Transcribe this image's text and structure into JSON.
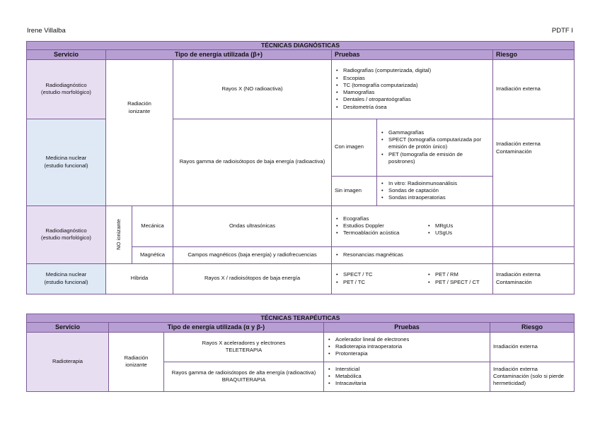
{
  "header": {
    "author": "Irene Villalba",
    "course": "PDTF I"
  },
  "diag": {
    "title": "TÉCNICAS DIAGNÓSTICAS",
    "cols": [
      "Servicio",
      "Tipo de energía utilizada (β+)",
      "Pruebas",
      "Riesgo"
    ],
    "svc_radiodiag": "Radiodiagnóstico\n(estudio morfológico)",
    "svc_medicina": "Medicina nuclear\n(estudio funcional)",
    "radiacion_ionizante": "Radiación\nionizante",
    "no_ionizante": "NO ionizante",
    "mecanica": "Mecánica",
    "magnetica": "Magnética",
    "hibrida": "Híbrida",
    "r1_energy": "Rayos X (NO radioactiva)",
    "r1_tests": [
      "Radiografías (computerizada, digital)",
      "Escopias",
      "TC (tomografía computarizada)",
      "Mamografías",
      "Dentales / otropantoógrafías",
      "Desitometría ósea"
    ],
    "r1_risk": "Irradiación externa",
    "r2_energy": "Rayos gamma de radioisótopos de baja energía (radioactiva)",
    "con_imagen": "Con imagen",
    "con_tests": [
      "Gammagrafías",
      "SPECT (tomografía computarizada por emisión de protón único)",
      "PET (tomografía de emisión de positrones)"
    ],
    "sin_imagen": "Sin imagen",
    "sin_tests": [
      "In vitro: Radioinmunoanálisis",
      "Sondas de captación",
      "Sondas intraoperatorias"
    ],
    "r2_risk": "Irradiación externa\nContaminación",
    "r3_energy": "Ondas ultrasónicas",
    "r3_tests_a": [
      "Ecografías",
      "Estudios Doppler",
      "Termoablación acústica"
    ],
    "r3_tests_b": [
      "MRgUs",
      "USgUs"
    ],
    "r4_energy": "Campos magnéticos (baja energía) y radiofrecuencias",
    "r4_tests": [
      "Resonancias magnéticas"
    ],
    "r5_energy": "Rayos X / radioisótopos de baja energía",
    "r5_tests_a": [
      "SPECT / TC",
      "PET / TC"
    ],
    "r5_tests_b": [
      "PET / RM",
      "PET / SPECT / CT"
    ],
    "r5_risk": "Irradiación externa\nContaminación"
  },
  "ther": {
    "title": "TÉCNICAS TERAPÉUTICAS",
    "cols": [
      "Servicio",
      "Tipo de energía utilizada (α y β-)",
      "Pruebas",
      "Riesgo"
    ],
    "svc": "Radioterapia",
    "radiacion_ionizante": "Radiación\nionizante",
    "t1_energy": "Rayos X aceleradores y electrones\nTELETERAPIA",
    "t1_tests": [
      "Acelerador lineal de electrones",
      "Radioterapia intraoperatoria",
      "Protonterapia"
    ],
    "t1_risk": "Irradiación externa",
    "t2_energy": "Rayos gamma de radioisótopos de alta energía (radioactiva) BRAQUITERAPIA",
    "t2_tests": [
      "Intersticial",
      "Metabólica",
      "Intracavitaria"
    ],
    "t2_risk": "Irradiación externa\nContaminación (solo si pierde hermeticidad)"
  }
}
